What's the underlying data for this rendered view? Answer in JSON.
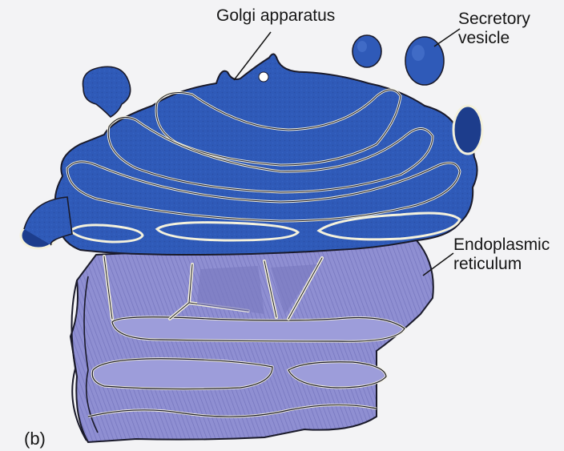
{
  "figure": {
    "panel_label": "(b)",
    "labels": {
      "golgi": "Golgi apparatus",
      "secretory_vesicle": "Secretory\nvesicle",
      "er": "Endoplasmic\nreticulum"
    }
  },
  "colors": {
    "background": "#f3f3f5",
    "golgi_blue": "#2f5ab8",
    "golgi_dark": "#1d3d8c",
    "er_lavender": "#8f8fd2",
    "er_dark": "#6b6bb0",
    "outline": "#1a1a2a",
    "membrane_highlight": "#f4f1dc"
  }
}
